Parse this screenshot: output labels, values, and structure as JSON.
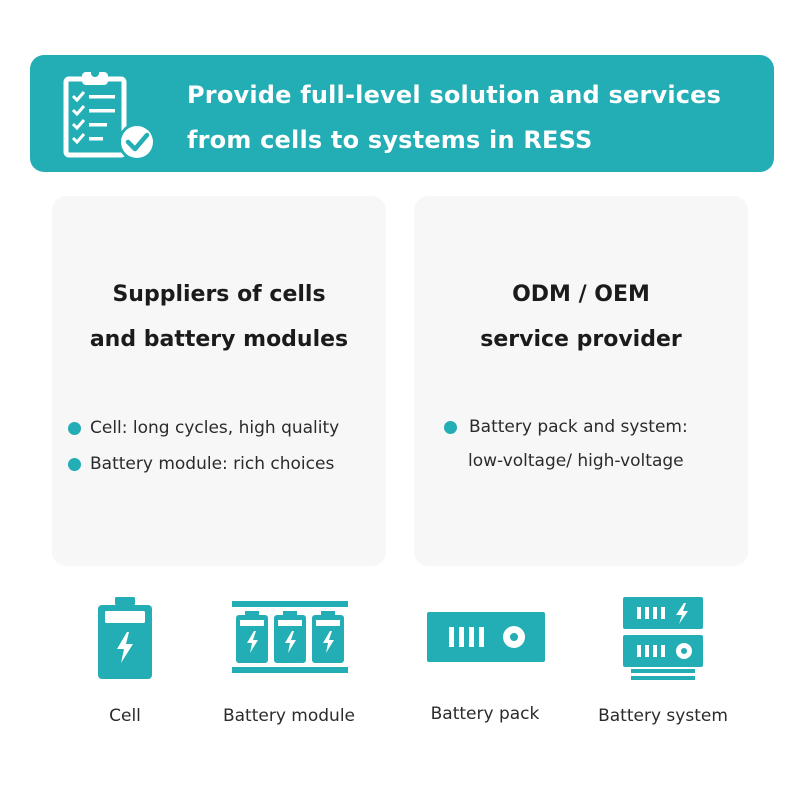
{
  "banner": {
    "line1": "Provide full-level solution and services",
    "line2": "from cells to systems in RESS",
    "icon": "clipboard-check-icon"
  },
  "cards": [
    {
      "title_line1": "Suppliers of cells",
      "title_line2": "and battery modules",
      "bullets": [
        "Cell: long cycles, high quality",
        "Battery module: rich choices"
      ]
    },
    {
      "title_line1": "ODM / OEM",
      "title_line2": "service provider",
      "bullet_line1": "Battery pack and system:",
      "bullet_line2": "low-voltage/ high-voltage"
    }
  ],
  "products": [
    {
      "label": "Cell",
      "icon": "battery-cell-icon"
    },
    {
      "label": "Battery module",
      "icon": "battery-module-icon"
    },
    {
      "label": "Battery pack",
      "icon": "battery-pack-icon"
    },
    {
      "label": "Battery system",
      "icon": "battery-system-icon"
    }
  ],
  "colors": {
    "accent": "#23adb4",
    "card_bg": "#f7f7f7",
    "text": "#1f1f1f"
  }
}
